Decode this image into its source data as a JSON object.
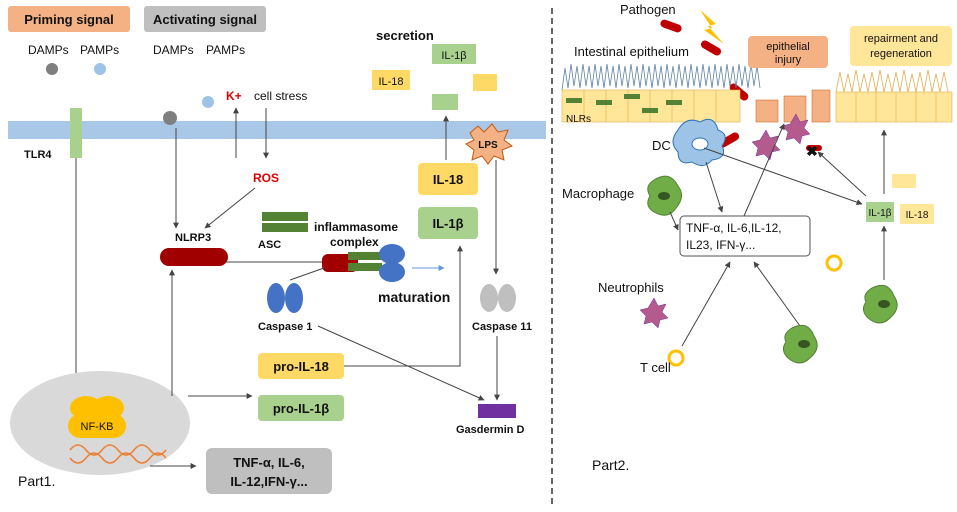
{
  "part1": {
    "priming_signal": "Priming signal",
    "activating_signal": "Activating signal",
    "damps": "DAMPs",
    "pamps": "PAMPs",
    "damps2": "DAMPs",
    "pamps2": "PAMPs",
    "k_plus": "K+",
    "cell_stress": "cell stress",
    "secretion": "secretion",
    "il1b_secreted": "IL-1β",
    "il18_secreted": "IL-18",
    "tlr4": "TLR4",
    "lps": "LPS",
    "ros": "ROS",
    "il18": "IL-18",
    "il1b": "IL-1β",
    "nlrp3": "NLRP3",
    "asc": "ASC",
    "inflammasome_line1": "inflammasome",
    "inflammasome_line2": "complex",
    "maturation": "maturation",
    "caspase1": "Caspase 1",
    "caspase11": "Caspase 11",
    "pro_il18": "pro-IL-18",
    "pro_il1b": "pro-IL-1β",
    "nfkb": "NF-KB",
    "gasdermin": "Gasdermin D",
    "cytokines_line1": "TNF-α, IL-6,",
    "cytokines_line2": "IL-12,IFN-γ...",
    "label": "Part1."
  },
  "part2": {
    "pathogen": "Pathogen",
    "intestinal_epithelium": "Intestinal epithelium",
    "epithelial_injury_line1": "epithelial",
    "epithelial_injury_line2": "injury",
    "repair_line1": "repairment and",
    "repair_line2": "regeneration",
    "nlrs": "NLRs",
    "dc": "DC",
    "macrophage": "Macrophage",
    "cytokines_line1": "TNF-α, IL-6,IL-12,",
    "cytokines_line2": "IL23, IFN-γ...",
    "il1b": "IL-1β",
    "il18": "IL-18",
    "neutrophils": "Neutrophils",
    "tcell": "T cell",
    "label": "Part2."
  },
  "colors": {
    "membrane": "#a9c8e8",
    "green_box": "#a9d18e",
    "yellow_box": "#ffd966",
    "salmon": "#f4b183",
    "gray": "#d9d9d9",
    "dark_red": "#a00000",
    "purple": "#7030a0",
    "blue_protein": "#4472c4"
  }
}
